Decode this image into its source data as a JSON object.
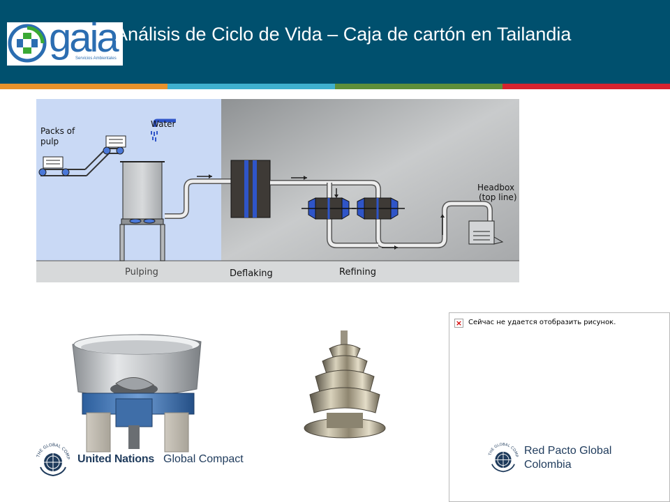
{
  "header": {
    "logo_word": "gaia",
    "logo_sub": "Servicios Ambientales",
    "title": "Análisis de Ciclo de Vida – Caja de cartón en Tailandia",
    "stripe_colors": [
      "#e8922b",
      "#3fb0cf",
      "#5f8f3a",
      "#d6232f"
    ]
  },
  "diagram": {
    "labels": {
      "packs": "Packs of",
      "packs2": "pulp",
      "water": "Water",
      "headbox": "Headbox",
      "headbox2": "(top line)",
      "pulping": "Pulping",
      "deflaking": "Deflaking",
      "refining": "Refining"
    }
  },
  "broken_image": {
    "message": "Сейчас не удается отобразить рисунок."
  },
  "ungc": {
    "emblem_text": "THE GLOBAL COMPACT",
    "un": "United Nations",
    "gc": "Global Compact"
  },
  "rpg": {
    "emblem_text": "THE GLOBAL COMPACT",
    "line1": "Red Pacto Global",
    "line2": "Colombia"
  },
  "colors": {
    "header_bg": "#00506e",
    "logo_blue": "#2b6db1",
    "logo_green": "#3aa935"
  }
}
